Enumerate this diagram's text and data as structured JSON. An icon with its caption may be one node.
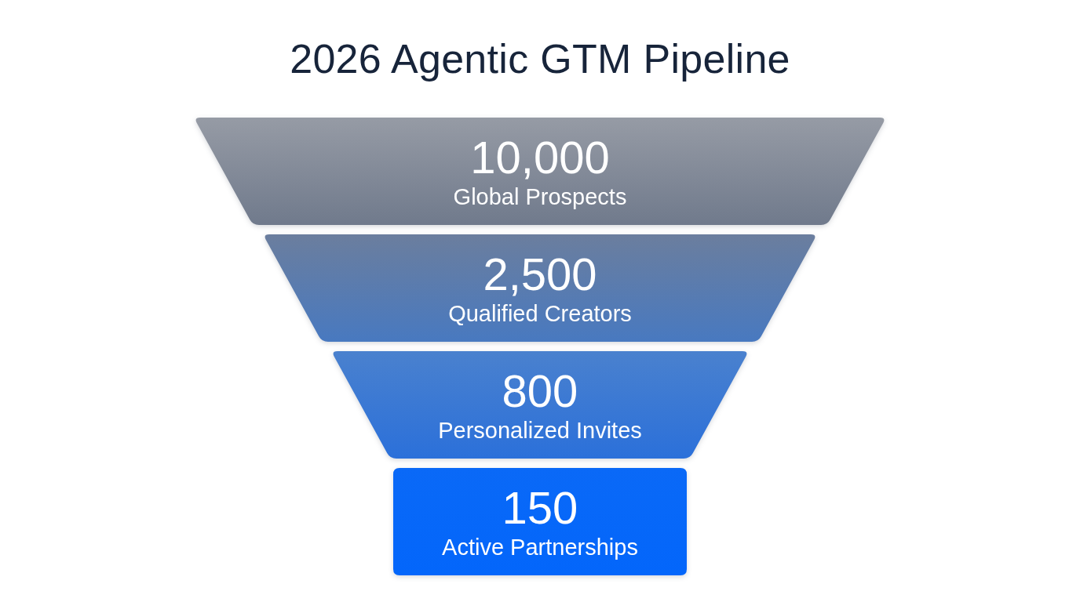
{
  "diagram": {
    "title": "2026 Agentic GTM Pipeline",
    "nodes": [
      {
        "text": [
          "10,000",
          "Global Prospects"
        ]
      },
      {
        "text": [
          "2,500",
          "Qualified Creators"
        ]
      },
      {
        "text": [
          "800",
          "Personalized Invites"
        ]
      },
      {
        "text": [
          "150",
          "Active Partnerships"
        ]
      }
    ]
  }
}
